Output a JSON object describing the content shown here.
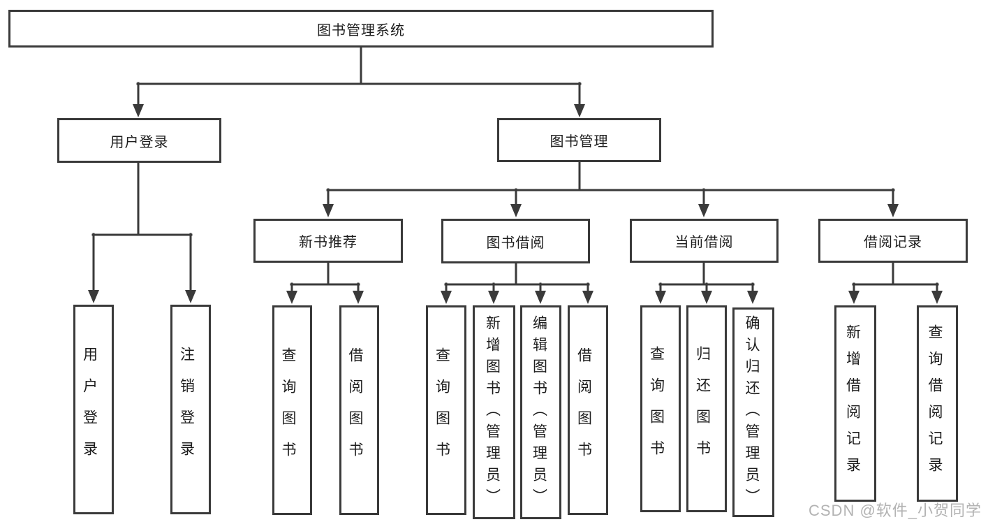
{
  "diagram_title": "图书管理系统",
  "watermark": "CSDN @软件_小贺同学",
  "colors": {
    "line": "#3a3a3a",
    "box_border": "#3a3a3a",
    "box_background": "#ffffff",
    "text": "#1d1d1d",
    "watermark": "#b3b3b3"
  },
  "tree": {
    "root": {
      "label": "图书管理系统"
    },
    "branches": [
      {
        "label": "用户登录",
        "children": [
          {
            "label": "用户登录"
          },
          {
            "label": "注销登录"
          }
        ]
      },
      {
        "label": "图书管理",
        "children": [
          {
            "label": "新书推荐",
            "children": [
              {
                "label": "查询图书"
              },
              {
                "label": "借阅图书"
              }
            ]
          },
          {
            "label": "图书借阅",
            "children": [
              {
                "label": "查询图书"
              },
              {
                "label": "新增图书（管理员）"
              },
              {
                "label": "编辑图书（管理员）"
              },
              {
                "label": "借阅图书"
              }
            ]
          },
          {
            "label": "当前借阅",
            "children": [
              {
                "label": "查询图书"
              },
              {
                "label": "归还图书"
              },
              {
                "label": "确认归还（管理员）"
              }
            ]
          },
          {
            "label": "借阅记录",
            "children": [
              {
                "label": "新增借阅记录"
              },
              {
                "label": "查询借阅记录"
              }
            ]
          }
        ]
      }
    ]
  }
}
